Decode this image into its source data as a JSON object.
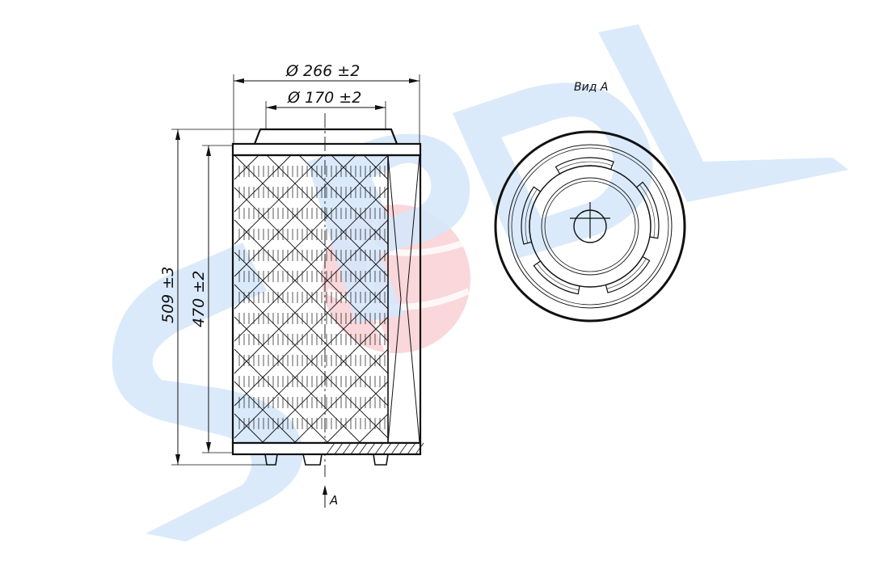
{
  "dimensions": {
    "outer_diameter": "Ø 266 ±2",
    "inner_diameter": "Ø 170 ±2",
    "overall_height": "509 ±3",
    "media_height": "470 ±2"
  },
  "views": {
    "arrow_label": "A",
    "end_view_title": "Вид А"
  },
  "watermark": {
    "text": "SPL",
    "color": "#d6e8fb",
    "logo_color": "#f7c9cf"
  },
  "colors": {
    "line": "#111111",
    "hatch": "#222222"
  }
}
